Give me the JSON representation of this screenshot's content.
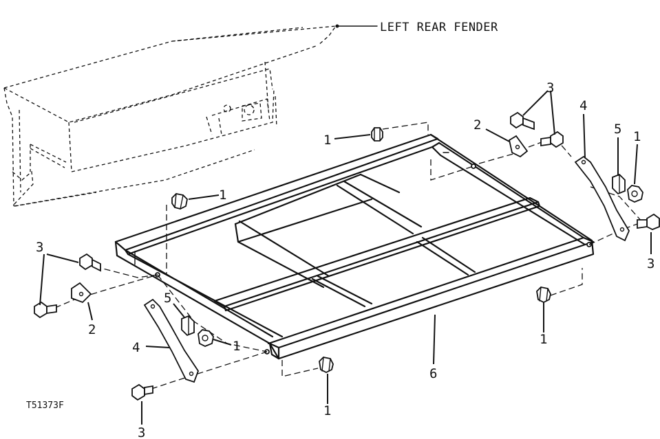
{
  "fender_label": "LEFT REAR FENDER",
  "figure_ref": "T51373F",
  "callouts": {
    "nut_top": "1",
    "nut_left_frame": "1",
    "nut_left_bracket": "1",
    "nut_bottom": "1",
    "nut_right_front": "1",
    "nut_right_top": "1",
    "bolt_top_right": "3",
    "bolt_left_top": "3",
    "bolt_bottom": "3",
    "bolt_right": "3",
    "plate_top": "2",
    "plate_left": "2",
    "bracket_right": "4",
    "bracket_left": "4",
    "clip_right": "5",
    "clip_left": "5",
    "frame": "6"
  }
}
